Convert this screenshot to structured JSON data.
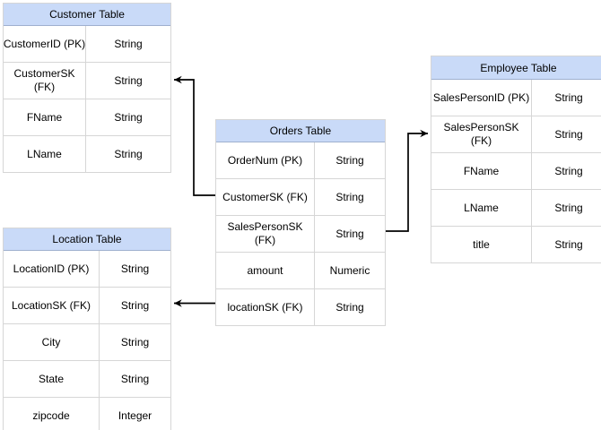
{
  "diagram": {
    "tables": {
      "customer": {
        "title": "Customer Table",
        "rows": [
          {
            "field": "CustomerID (PK)",
            "type": "String"
          },
          {
            "field": "CustomerSK\n(FK)",
            "type": "String"
          },
          {
            "field": "FName",
            "type": "String"
          },
          {
            "field": "LName",
            "type": "String"
          }
        ]
      },
      "orders": {
        "title": "Orders Table",
        "rows": [
          {
            "field": "OrderNum (PK)",
            "type": "String"
          },
          {
            "field": "CustomerSK (FK)",
            "type": "String"
          },
          {
            "field": "SalesPersonSK\n(FK)",
            "type": "String"
          },
          {
            "field": "amount",
            "type": "Numeric"
          },
          {
            "field": "locationSK (FK)",
            "type": "String"
          }
        ]
      },
      "employee": {
        "title": "Employee Table",
        "rows": [
          {
            "field": "SalesPersonID (PK)",
            "type": "String"
          },
          {
            "field": "SalesPersonSK\n(FK)",
            "type": "String"
          },
          {
            "field": "FName",
            "type": "String"
          },
          {
            "field": "LName",
            "type": "String"
          },
          {
            "field": "title",
            "type": "String"
          }
        ]
      },
      "location": {
        "title": "Location Table",
        "rows": [
          {
            "field": "LocationID (PK)",
            "type": "String"
          },
          {
            "field": "LocationSK (FK)",
            "type": "String"
          },
          {
            "field": "City",
            "type": "String"
          },
          {
            "field": "State",
            "type": "String"
          },
          {
            "field": "zipcode",
            "type": "Integer"
          }
        ]
      }
    },
    "relationships": [
      {
        "from_table": "Orders Table",
        "from_field": "CustomerSK (FK)",
        "to_table": "Customer Table",
        "to_field": "CustomerSK (FK)"
      },
      {
        "from_table": "Orders Table",
        "from_field": "SalesPersonSK (FK)",
        "to_table": "Employee Table",
        "to_field": "SalesPersonSK (FK)"
      },
      {
        "from_table": "Orders Table",
        "from_field": "locationSK (FK)",
        "to_table": "Location Table",
        "to_field": "LocationSK (FK)"
      }
    ],
    "colors": {
      "header_fill": "#c9daf8",
      "header_border": "#9fb0cf",
      "grid_line": "#d6d6d6",
      "connector": "#000000",
      "text": "#000000",
      "background": "#ffffff"
    }
  }
}
